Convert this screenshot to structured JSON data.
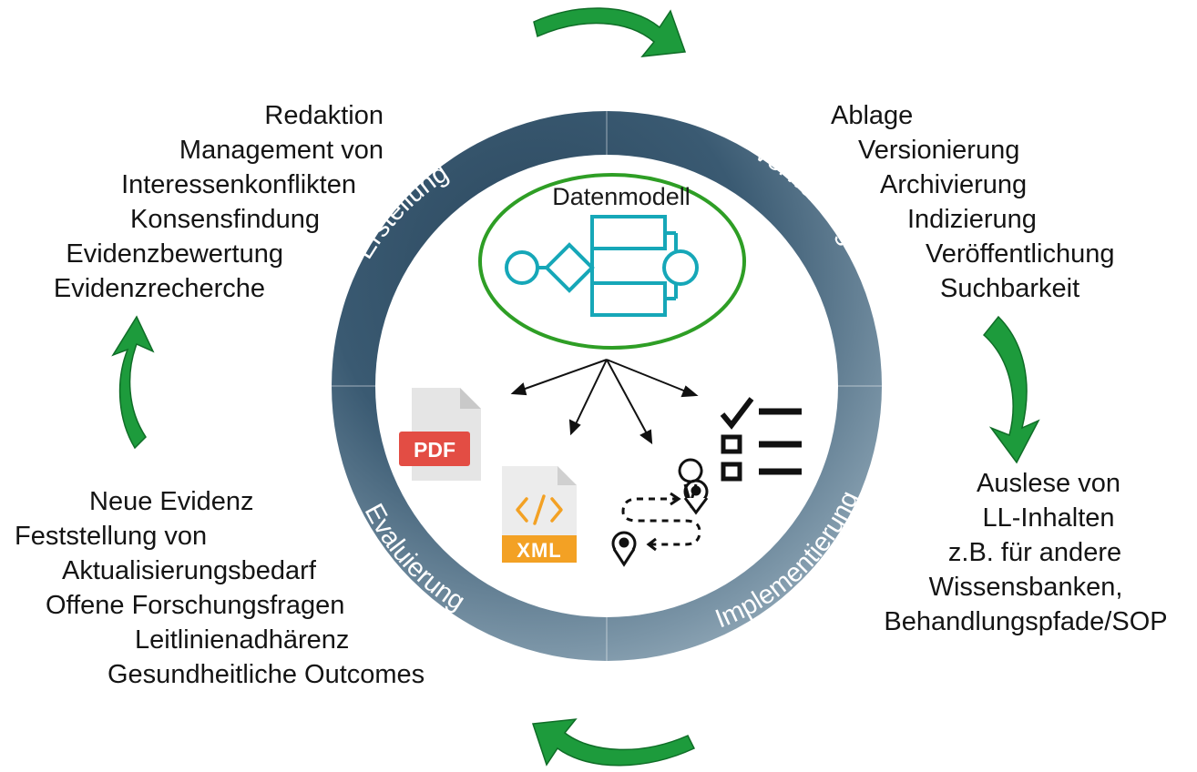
{
  "center": {
    "title": "Datenmodell",
    "pdf_label": "PDF",
    "xml_label": "XML"
  },
  "ring_labels": {
    "top_left": "Erstellung",
    "top_right": "Verwaltung",
    "bottom_right": "Implementierung",
    "bottom_left": "Evaluierung"
  },
  "blocks": {
    "top_left": {
      "lines": [
        "Redaktion",
        "Management von",
        "Interessenkonflikten",
        "Konsensfindung",
        "Evidenzbewertung",
        "Evidenzrecherche"
      ]
    },
    "top_right": {
      "lines": [
        "Ablage",
        "Versionierung",
        "Archivierung",
        "Indizierung",
        "Veröffentlichung",
        "Suchbarkeit"
      ]
    },
    "bottom_right": {
      "lines": [
        "Auslese von",
        "LL-Inhalten",
        "z.B. für andere",
        "Wissensbanken,",
        "Behandlungspfade/SOP"
      ]
    },
    "bottom_left": {
      "lines": [
        "Neue Evidenz",
        "Feststellung von",
        "Aktualisierungsbedarf",
        "Offene Forschungsfragen",
        "Leitlinienadhärenz",
        "Gesundheitliche Outcomes"
      ]
    }
  },
  "colors": {
    "ring_dark": "#2e4c63",
    "ring_light": "#8fa6b6",
    "cycle_arrow": "#1d9b3c",
    "highlight_ellipse": "#2e9e25",
    "datamodel_icon": "#16a7b8",
    "pdf_red": "#e34d44",
    "xml_orange": "#f3a124"
  },
  "icons": [
    "datamodel-flow-icon",
    "pdf-file-icon",
    "xml-file-icon",
    "route-path-icon",
    "checklist-icon",
    "cycle-arrow-icon"
  ]
}
